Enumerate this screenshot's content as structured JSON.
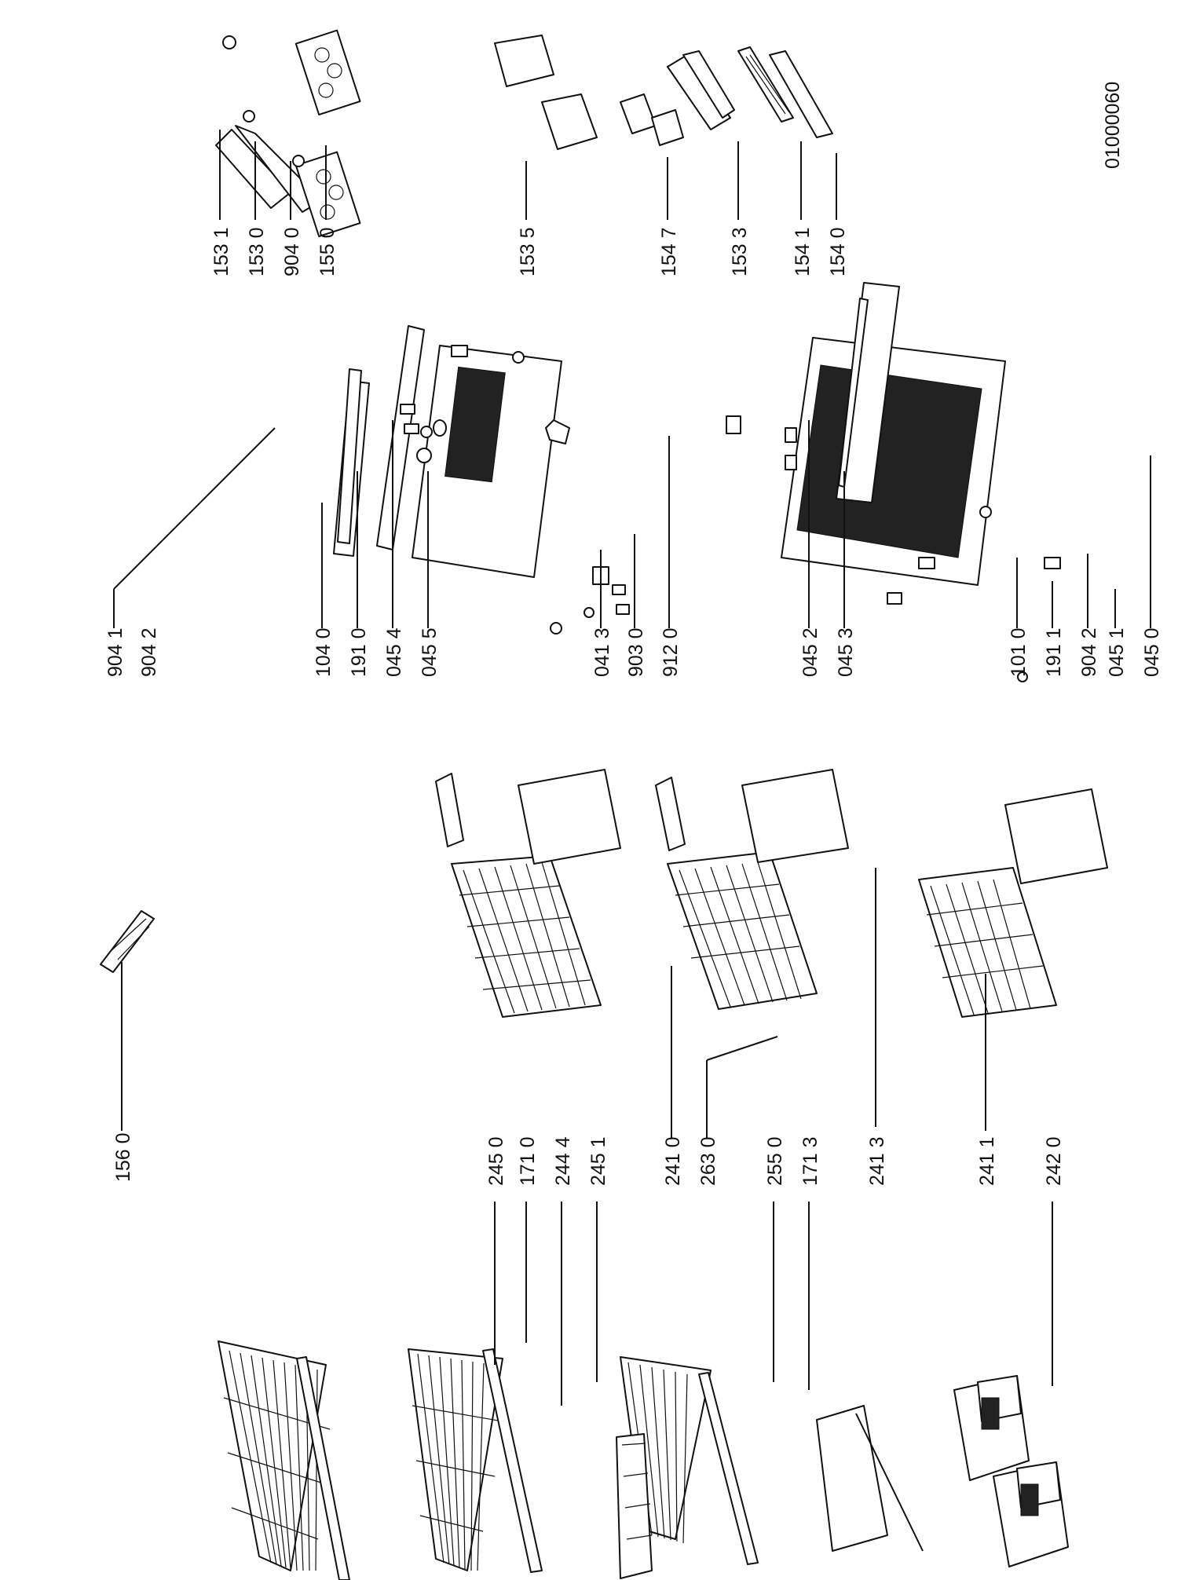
{
  "drawing_code": "01000060",
  "labels": {
    "p156_0": "156 0",
    "p245_0": "245 0",
    "p171_0": "171 0",
    "p244_4": "244 4",
    "p245_1": "245 1",
    "p241_0": "241 0",
    "p263_0": "263 0",
    "p255_0": "255 0",
    "p171_3": "171 3",
    "p241_3": "241 3",
    "p241_1": "241 1",
    "p242_0": "242 0",
    "p904_1": "904 1",
    "p904_2a": "904 2",
    "p104_0": "104 0",
    "p191_0": "191 0",
    "p045_4": "045 4",
    "p045_5": "045 5",
    "p041_3": "041 3",
    "p903_0": "903 0",
    "p912_0": "912 0",
    "p045_2": "045 2",
    "p045_3": "045 3",
    "p101_0": "101 0",
    "p191_1": "191 1",
    "p904_2b": "904 2",
    "p045_1": "045 1",
    "p045_0": "045 0",
    "p153_1": "153 1",
    "p153_0": "153 0",
    "p904_0": "904 0",
    "p155_0": "155 0",
    "p153_5": "153 5",
    "p154_7": "154 7",
    "p153_3": "153 3",
    "p154_1": "154 1",
    "p154_0": "154 0"
  }
}
